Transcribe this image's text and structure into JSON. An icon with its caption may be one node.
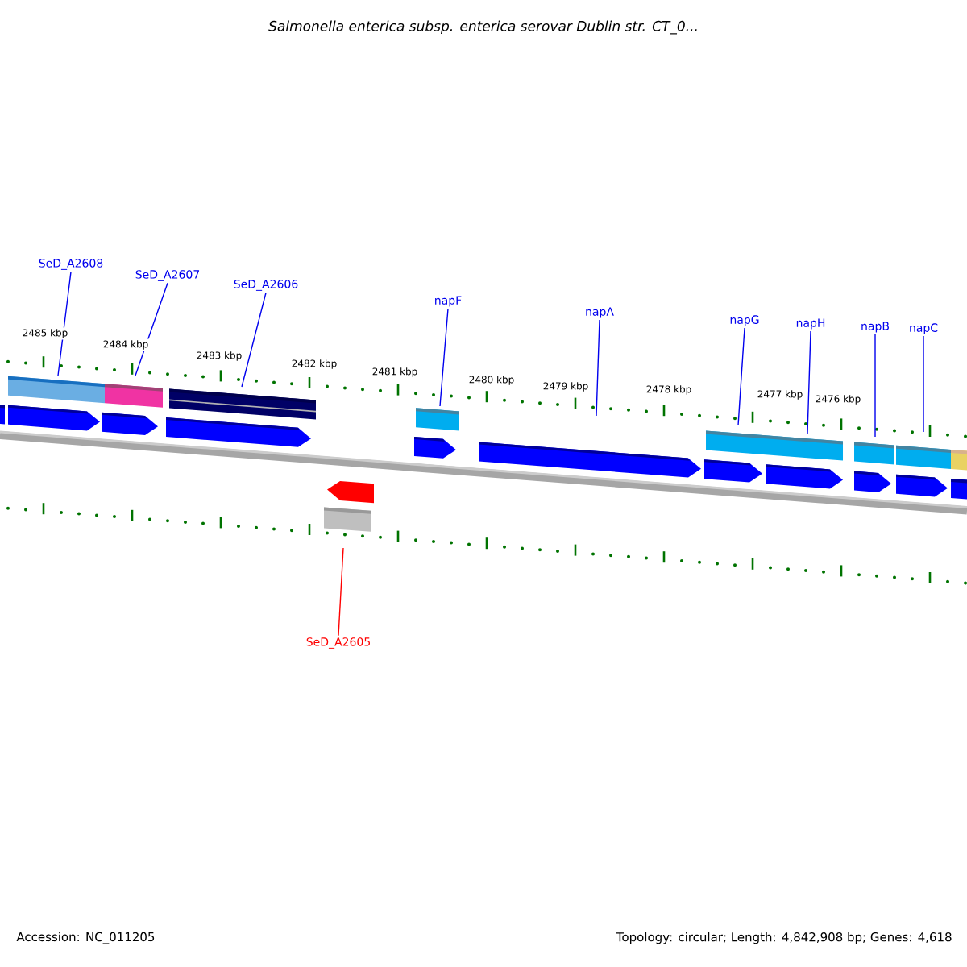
{
  "diagram": {
    "title": "Salmonella enterica subsp. enterica serovar Dublin str. CT_0...",
    "nodes": [
      {
        "text": [
          "SeD_A2608"
        ]
      },
      {
        "text": [
          "SeD_A2607"
        ]
      },
      {
        "text": [
          "SeD_A2606"
        ]
      },
      {
        "text": [
          "napF"
        ]
      },
      {
        "text": [
          "napA"
        ]
      },
      {
        "text": [
          "napG"
        ]
      },
      {
        "text": [
          "napH"
        ]
      },
      {
        "text": [
          "napB"
        ]
      },
      {
        "text": [
          "napC"
        ]
      },
      {
        "text": [
          "SeD_A2605"
        ]
      }
    ],
    "edges": [
      {
        "from": 0,
        "to": null,
        "arrow": "none"
      },
      {
        "from": 1,
        "to": null,
        "arrow": "none"
      },
      {
        "from": 2,
        "to": null,
        "arrow": "none"
      },
      {
        "from": 3,
        "to": null,
        "arrow": "none"
      },
      {
        "from": 4,
        "to": null,
        "arrow": "none"
      },
      {
        "from": 5,
        "to": null,
        "arrow": "none"
      },
      {
        "from": 6,
        "to": null,
        "arrow": "none"
      },
      {
        "from": 7,
        "to": null,
        "arrow": "none"
      },
      {
        "from": 8,
        "to": null,
        "arrow": "none"
      },
      {
        "from": 9,
        "to": null,
        "arrow": "none",
        "color": "#ff0000"
      }
    ],
    "labels": [
      "2485 kbp",
      "2484 kbp",
      "2483 kbp",
      "2482 kbp",
      "2481 kbp",
      "2480 kbp",
      "2479 kbp",
      "2478 kbp",
      "2477 kbp",
      "2476 kbp",
      "Accession: NC_011205",
      "Topology: circular; Length: 4,842,908 bp; Genes: 4,618"
    ]
  }
}
